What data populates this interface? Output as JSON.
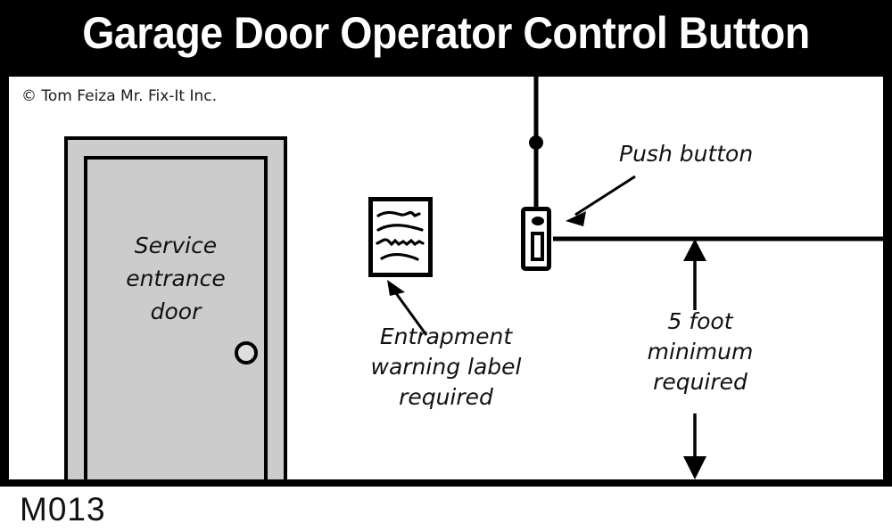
{
  "header": {
    "title": "Garage Door Operator Control Button"
  },
  "illustration": {
    "copyright": "© Tom Feiza Mr. Fix-It Inc.",
    "door": {
      "label_line1": "Service",
      "label_line2": "entrance",
      "label_line3": "door",
      "knob": "door-knob"
    },
    "warning_label": {
      "name": "entrapment-warning-label",
      "squiggle_count": 4
    },
    "push_button": {
      "housing": "push-button-housing",
      "indicator": "button-indicator-light",
      "switch": "button-switch"
    },
    "annotations": {
      "push_button": "Push button",
      "entrapment_line1": "Entrapment",
      "entrapment_line2": "warning label",
      "entrapment_line3": "required",
      "clearance_line1": "5 foot",
      "clearance_line2": "minimum",
      "clearance_line3": "required"
    }
  },
  "footer": {
    "code": "M013"
  },
  "colors": {
    "background": "#ffffff",
    "ink": "#000000",
    "title_text": "#ffffff",
    "door_fill": "#cccccc",
    "knob_fill": "#dddddd"
  }
}
